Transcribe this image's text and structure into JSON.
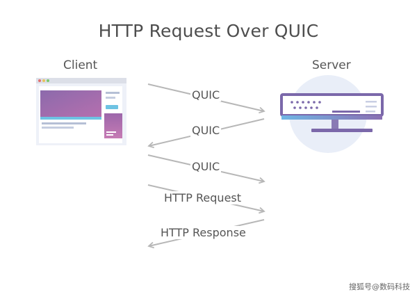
{
  "title": "HTTP Request Over QUIC",
  "client_label": "Client",
  "server_label": "Server",
  "messages": [
    {
      "label": "QUIC",
      "direction": "to-server"
    },
    {
      "label": "QUIC",
      "direction": "to-client"
    },
    {
      "label": "QUIC",
      "direction": "to-server"
    },
    {
      "label": "HTTP Request",
      "direction": "to-server"
    },
    {
      "label": "HTTP Response",
      "direction": "to-client"
    }
  ],
  "watermark": "搜狐号@数码科技",
  "colors": {
    "arrow": "#b7b7b7",
    "client_line_top": "#6ec3e3",
    "client_line_bottom": "#7e6aa9",
    "server_line_top": "#b066a8",
    "server_line_bottom": "#7e6aa9",
    "browser_hero": "#9a6fb0",
    "server_body": "#7b68aa",
    "server_circle": "#e9eef8"
  }
}
